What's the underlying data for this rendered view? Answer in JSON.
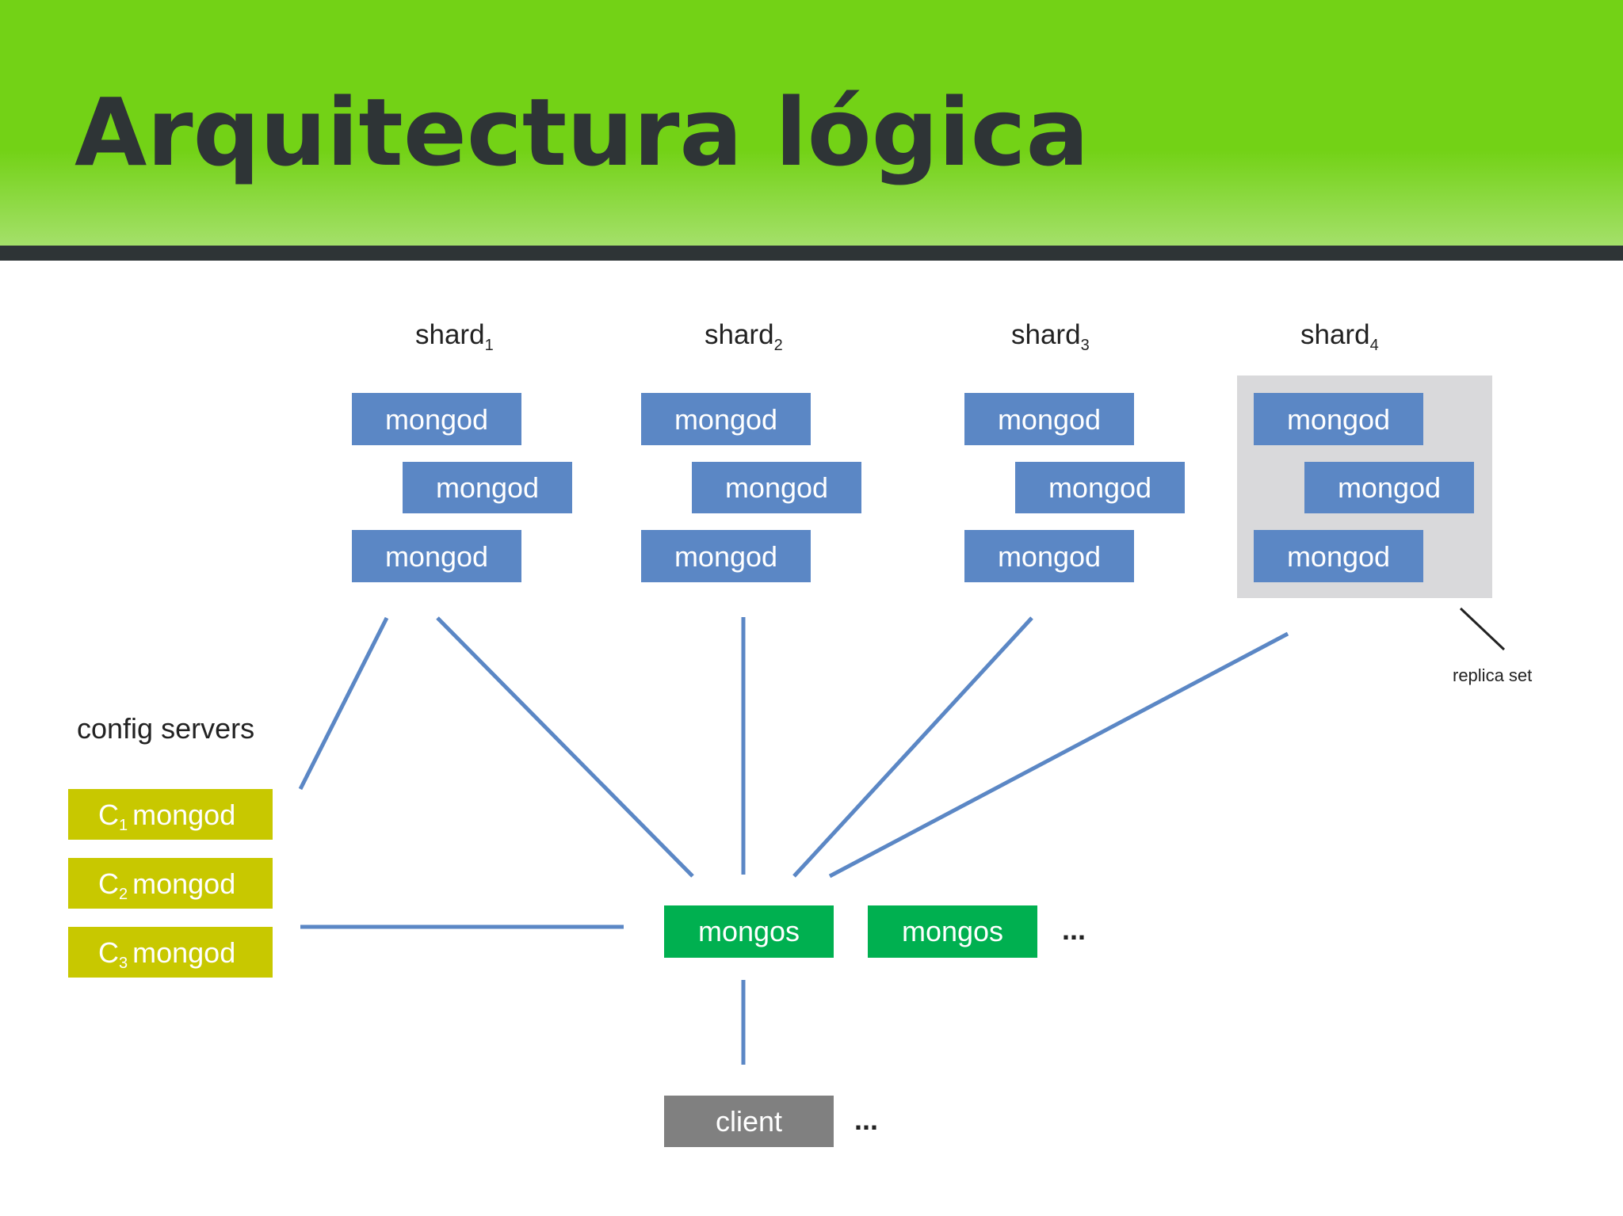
{
  "slide": {
    "title": "Arquitectura lógica"
  },
  "colors": {
    "header_green": "#73d216",
    "header_bar": "#2e3436",
    "mongod_blue": "#5b87c5",
    "config_yellow": "#c8c800",
    "mongos_green": "#00b050",
    "client_gray": "#808080",
    "replica_bg": "#d9d9db",
    "link_blue": "#5b87c5"
  },
  "diagram": {
    "shards": [
      {
        "name": "shard",
        "sub": "1",
        "nodes": [
          "mongod",
          "mongod",
          "mongod"
        ]
      },
      {
        "name": "shard",
        "sub": "2",
        "nodes": [
          "mongod",
          "mongod",
          "mongod"
        ]
      },
      {
        "name": "shard",
        "sub": "3",
        "nodes": [
          "mongod",
          "mongod",
          "mongod"
        ]
      },
      {
        "name": "shard",
        "sub": "4",
        "nodes": [
          "mongod",
          "mongod",
          "mongod"
        ]
      }
    ],
    "replica_set_label": "replica set",
    "config_servers_label": "config servers",
    "config_servers": [
      {
        "prefix": "C",
        "sub": "1",
        "label": "mongod"
      },
      {
        "prefix": "C",
        "sub": "2",
        "label": "mongod"
      },
      {
        "prefix": "C",
        "sub": "3",
        "label": "mongod"
      }
    ],
    "mongos": [
      "mongos",
      "mongos"
    ],
    "mongos_more": "...",
    "client": "client",
    "client_more": "..."
  }
}
